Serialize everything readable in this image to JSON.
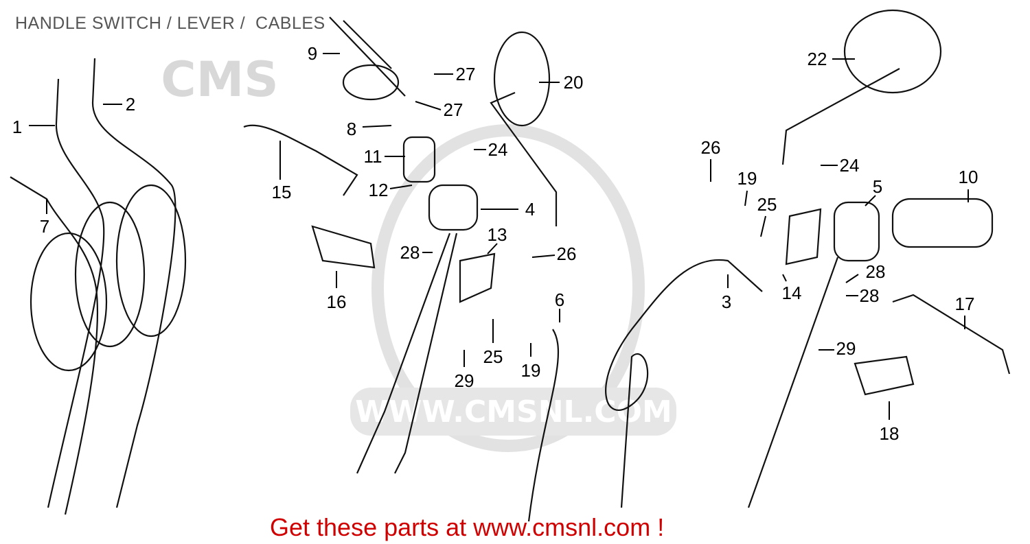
{
  "title": "HANDLE SWITCH / LEVER /  CABLES",
  "footer": "Get these parts at www.cmsnl.com !",
  "watermark": "WWW.CMSNL.COM",
  "watermark_logo": "CMS",
  "colors": {
    "footer": "#d00000",
    "title": "#555555",
    "watermark": "#d8d8d8"
  },
  "callouts": [
    "1",
    "2",
    "7",
    "9",
    "27",
    "27",
    "8",
    "20",
    "11",
    "24",
    "12",
    "15",
    "4",
    "13",
    "16",
    "28",
    "26",
    "6",
    "25",
    "19",
    "29",
    "22",
    "26",
    "19",
    "25",
    "24",
    "5",
    "10",
    "3",
    "14",
    "28",
    "28",
    "17",
    "29",
    "18"
  ]
}
